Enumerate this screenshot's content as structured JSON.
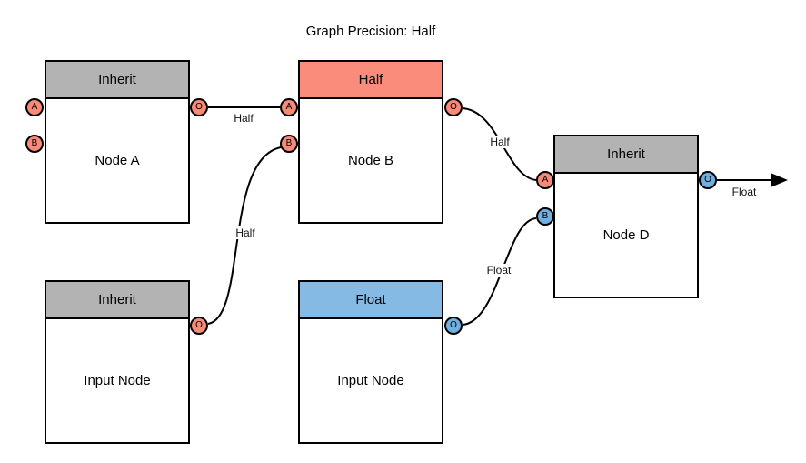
{
  "title": "Graph Precision: Half",
  "colors": {
    "background": "#FFFFFF",
    "node_border": "#000000",
    "edge": "#000000",
    "header_gray": "#B3B3B3",
    "header_red": "#FA8C7C",
    "header_blue": "#85BAE4",
    "port_red": "#F88A78",
    "port_blue": "#6FB0E0"
  },
  "nodes": [
    {
      "title": "Node A",
      "precision": "Inherit",
      "header_color": "#B3B3B3"
    },
    {
      "title": "Node B",
      "precision": "Half",
      "header_color": "#FA8C7C"
    },
    {
      "title": "Node D",
      "precision": "Inherit",
      "header_color": "#B3B3B3"
    },
    {
      "title": "Input Node",
      "precision": "Inherit",
      "header_color": "#B3B3B3"
    },
    {
      "title": "Input Node",
      "precision": "Float",
      "header_color": "#85BAE4"
    }
  ],
  "ports": [
    {
      "node": "Node A",
      "label": "A",
      "color": "red",
      "direction": "input"
    },
    {
      "node": "Node A",
      "label": "B",
      "color": "red",
      "direction": "input"
    },
    {
      "node": "Node A",
      "label": "O",
      "color": "red",
      "direction": "output"
    },
    {
      "node": "Node B",
      "label": "A",
      "color": "red",
      "direction": "input"
    },
    {
      "node": "Node B",
      "label": "B",
      "color": "red",
      "direction": "input"
    },
    {
      "node": "Node B",
      "label": "O",
      "color": "red",
      "direction": "output"
    },
    {
      "node": "Node D",
      "label": "A",
      "color": "red",
      "direction": "input"
    },
    {
      "node": "Node D",
      "label": "B",
      "color": "blue",
      "direction": "input"
    },
    {
      "node": "Node D",
      "label": "O",
      "color": "blue",
      "direction": "output"
    },
    {
      "node": "Input Node (Inherit)",
      "label": "O",
      "color": "red",
      "direction": "output"
    },
    {
      "node": "Input Node (Float)",
      "label": "O",
      "color": "blue",
      "direction": "output"
    }
  ],
  "edges": [
    {
      "from": "Node A.O",
      "to": "Node B.A",
      "label": "Half"
    },
    {
      "from": "Input Node (Inherit).O",
      "to": "Node B.B",
      "label": "Half"
    },
    {
      "from": "Node B.O",
      "to": "Node D.A",
      "label": "Half"
    },
    {
      "from": "Input Node (Float).O",
      "to": "Node D.B",
      "label": "Float"
    },
    {
      "from": "Node D.O",
      "to": "graph output arrow",
      "label": "Float"
    }
  ]
}
